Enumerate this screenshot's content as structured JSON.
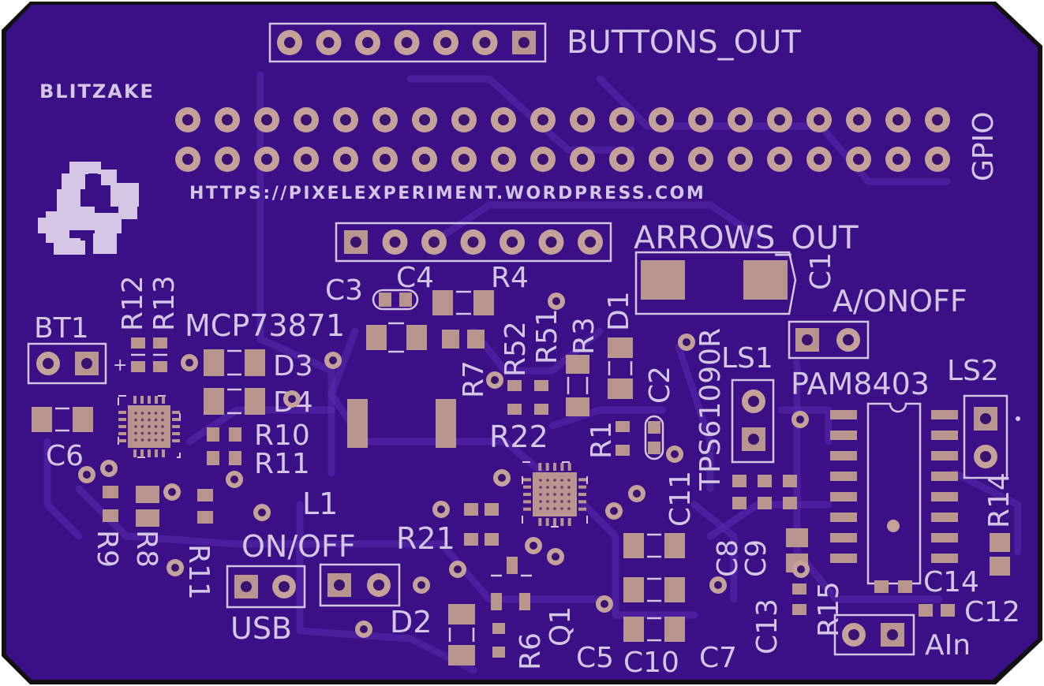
{
  "board": {
    "colors": {
      "outline": "#111111",
      "soldermask": "#3b0f86",
      "silkscreen": "#d4c6e4",
      "pad": "#b9958f",
      "trace": "#5a2bb0"
    }
  },
  "labels": {
    "brand": "BLITZAKE",
    "url": "HTTPS://PIXELEXPERIMENT.WORDPRESS.COM",
    "buttons_out": "BUTTONS_OUT",
    "gpio": "GPIO",
    "arrows_out": "ARROWS_OUT",
    "c1": "C1",
    "a_onoff": "A/ONOFF",
    "c3": "C3",
    "c4": "C4",
    "r4": "R4",
    "r12": "R12",
    "r13": "R13",
    "mcp": "MCP73871",
    "bt1": "BT1",
    "plus": "+",
    "d3": "D3",
    "d4": "D4",
    "r10": "R10",
    "r11": "R11",
    "c6": "C6",
    "r52": "R52",
    "r51": "R51",
    "r3": "R3",
    "d1": "D1",
    "r7": "R7",
    "c2": "C2",
    "tps": "TPS61090R",
    "ls1": "LS1",
    "pam": "PAM8403",
    "ls2": "LS2",
    "r22": "R22",
    "r1": "R1",
    "c11": "C11",
    "r14": "R14",
    "l1": "L1",
    "on_off": "ON/OFF",
    "r21": "R21",
    "r9": "R9",
    "r8": "R8",
    "r11b": "R11",
    "usb": "USB",
    "d2": "D2",
    "c8": "C8",
    "c9": "C9",
    "c13": "C13",
    "r15": "R15",
    "c14": "C14",
    "c12": "C12",
    "ain": "AIn",
    "r6": "R6",
    "q1": "Q1",
    "c5": "C5",
    "c10": "C10",
    "c7": "C7"
  },
  "icons": {
    "logo": "pixel-dino-icon"
  }
}
